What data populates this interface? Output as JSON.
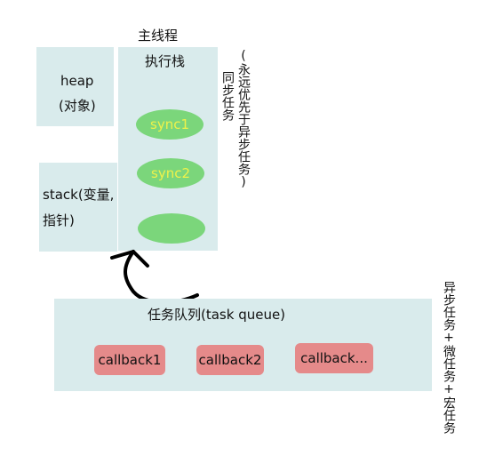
{
  "main_thread": {
    "title": "主线程"
  },
  "heap": {
    "line1": "heap",
    "line2": "(对象)"
  },
  "stack": {
    "line1": "stack(变量,",
    "line2": "指针)"
  },
  "exec_stack": {
    "title": "执行栈",
    "items": [
      "sync1",
      "sync2",
      ""
    ],
    "side_note_1": "同步任务",
    "side_note_2": "(永远优先于异步任务)"
  },
  "queue": {
    "title": "任务队列(task queue)",
    "callbacks": [
      "callback1",
      "callback2",
      "callback..."
    ],
    "side_note": "异步任务+微任务+宏任务"
  },
  "colors": {
    "panel": "#d9ebec",
    "sync_ellipse": "#7bd67b",
    "sync_text": "#eef24a",
    "callback_box": "#e58a8a"
  }
}
